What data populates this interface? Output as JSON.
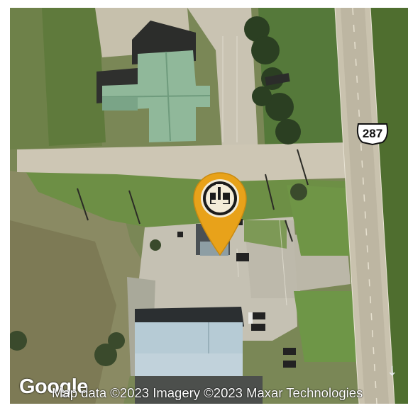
{
  "map": {
    "type": "satellite",
    "highway_shield": {
      "label": "287"
    },
    "attribution": "Map data ©2023 Imagery ©2023 Maxar Technologies",
    "logo": "Google",
    "marker": {
      "icon": "location-pin-icon",
      "color": "#e8a21a"
    }
  },
  "colors": {
    "marker_gold": "#e8a21a",
    "marker_dark": "#1b1b1b",
    "road": "#c9c2b0",
    "grass": "#6f8a4a",
    "roof_green": "#8fb89a",
    "roof_blue": "#b5c9d3",
    "concrete": "#c8c3b3"
  }
}
